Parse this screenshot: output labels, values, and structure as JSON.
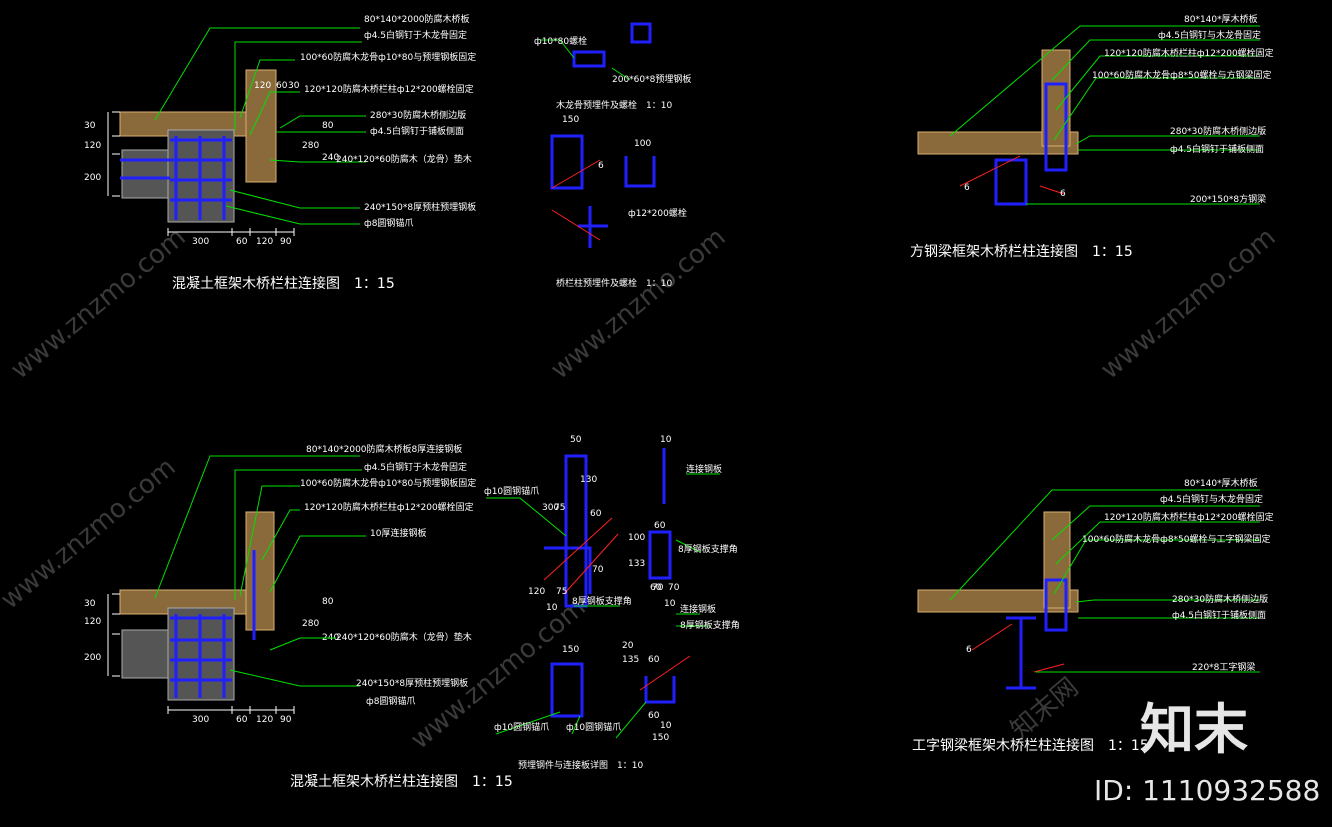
{
  "watermark": {
    "site": "www.znzmo.com",
    "brand": "知末网"
  },
  "logo": {
    "text": "知末",
    "id_text": "ID: 1110932588"
  },
  "views": {
    "v1": {
      "title": "混凝土框架木桥栏柱连接图　1：15",
      "labels": [
        "80*140*2000防腐木桥板",
        "ф4.5白钢钉于木龙骨固定",
        "100*60防腐木龙骨ф10*80与预埋钢板固定",
        "120*120防腐木桥栏柱ф12*200螺栓固定",
        "280*30防腐木桥侧边版",
        "ф4.5白钢钉于铺板侧面",
        "240*120*60防腐木（龙骨）垫木",
        "240*150*8厚预柱预埋钢板",
        "ф8圆钢锚爪"
      ],
      "dims_bottom": [
        "300",
        "60",
        "120",
        "90"
      ],
      "dims_left": [
        "30",
        "120",
        "200"
      ],
      "dims_top": [
        "120",
        "60",
        "30"
      ],
      "dims_right": [
        "80",
        "280",
        "240"
      ]
    },
    "v2": {
      "title_a": "木龙骨预埋件及螺栓　1：10",
      "title_b": "桥栏柱预埋件及螺栓　1：10",
      "labels": [
        "ф10*80螺栓",
        "200*60*8预埋钢板",
        "ф12*200螺栓"
      ],
      "dims": [
        "150",
        "100",
        "6"
      ]
    },
    "v3": {
      "title": "方钢梁框架木桥栏柱连接图　1：15",
      "labels": [
        "80*140*厚木桥板",
        "ф4.5白钢钉与木龙骨固定",
        "120*120防腐木桥栏柱ф12*200螺栓固定",
        "100*60防腐木龙骨ф8*50螺栓与方钢梁固定",
        "280*30防腐木桥侧边版",
        "ф4.5白钢钉于铺板侧面",
        "200*150*8方钢梁"
      ],
      "markers": [
        "6",
        "6"
      ]
    },
    "v4": {
      "title": "混凝土框架木桥栏柱连接图　1：15",
      "labels": [
        "80*140*2000防腐木桥板8厚连接钢板",
        "ф4.5白钢钉于木龙骨固定",
        "100*60防腐木龙骨ф10*80与预埋钢板固定",
        "120*120防腐木桥栏柱ф12*200螺栓固定",
        "10厚连接钢板",
        "240*120*60防腐木（龙骨）垫木",
        "240*150*8厚预柱预埋钢板",
        "ф8圆钢锚爪"
      ],
      "dims_bottom": [
        "300",
        "60",
        "120",
        "90"
      ],
      "dims_left": [
        "30",
        "120",
        "200"
      ],
      "dims_right": [
        "80",
        "280",
        "240"
      ]
    },
    "v5": {
      "title": "预埋钢件与连接板详图　1：10",
      "labels": [
        "ф10圆钢锚爪",
        "8厚钢板支撑角",
        "连接钢板",
        "8厚钢板支撑角",
        "ф10圆钢锚爪",
        "ф10圆钢锚爪",
        "连接钢板",
        "8厚钢板支撑角"
      ],
      "dims": [
        "50",
        "130",
        "300",
        "75",
        "60",
        "100",
        "133",
        "70",
        "120",
        "75",
        "60",
        "10",
        "10",
        "60",
        "70",
        "70",
        "10",
        "150",
        "20",
        "135",
        "60",
        "60",
        "10",
        "150"
      ]
    },
    "v6": {
      "title": "工字钢梁框架木桥栏柱连接图　1：15",
      "labels": [
        "80*140*厚木桥板",
        "ф4.5白钢钉与木龙骨固定",
        "120*120防腐木桥栏柱ф12*200螺栓固定",
        "100*60防腐木龙骨ф8*50螺栓与工字钢梁固定",
        "280*30防腐木桥侧边版",
        "ф4.5白钢钉于铺板侧面",
        "220*8工字钢梁"
      ],
      "markers": [
        "6"
      ]
    }
  }
}
